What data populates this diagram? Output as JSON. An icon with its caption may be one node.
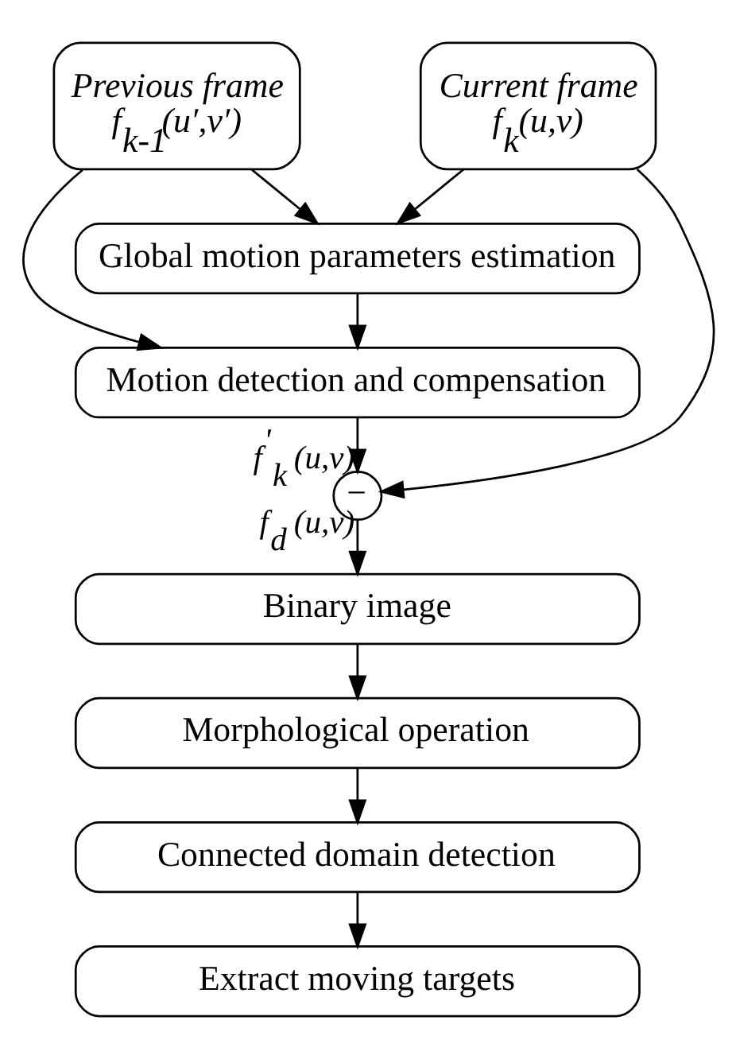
{
  "diagram": {
    "nodes": [
      {
        "text": [
          "Previous frame",
          "f$_{k-1}$(u′,v′)"
        ]
      },
      {
        "text": [
          "Current frame",
          "f$_{k}$(u,v)"
        ]
      },
      {
        "text": [
          "Global motion parameters estimation"
        ]
      },
      {
        "text": [
          "Motion detection and compensation"
        ]
      },
      {
        "text": [
          "−"
        ]
      },
      {
        "text": [
          "Binary image"
        ]
      },
      {
        "text": [
          "Morphological operation"
        ]
      },
      {
        "text": [
          "Connected domain detection"
        ]
      },
      {
        "text": [
          "Extract moving targets"
        ]
      }
    ],
    "edges": [
      {
        "from": 0,
        "to": 2,
        "arrow": "to"
      },
      {
        "from": 1,
        "to": 2,
        "arrow": "to"
      },
      {
        "from": 0,
        "to": 3,
        "arrow": "to"
      },
      {
        "from": 2,
        "to": 3,
        "arrow": "to"
      },
      {
        "from": 3,
        "to": 4,
        "arrow": "to",
        "label": "f$^{'}$$_{k}$ (u,v)"
      },
      {
        "from": 1,
        "to": 4,
        "arrow": "to"
      },
      {
        "from": 4,
        "to": 5,
        "arrow": "to",
        "label": "f$_{d}$ (u,v)"
      },
      {
        "from": 5,
        "to": 6,
        "arrow": "to"
      },
      {
        "from": 6,
        "to": 7,
        "arrow": "to"
      },
      {
        "from": 7,
        "to": 8,
        "arrow": "to"
      }
    ]
  }
}
